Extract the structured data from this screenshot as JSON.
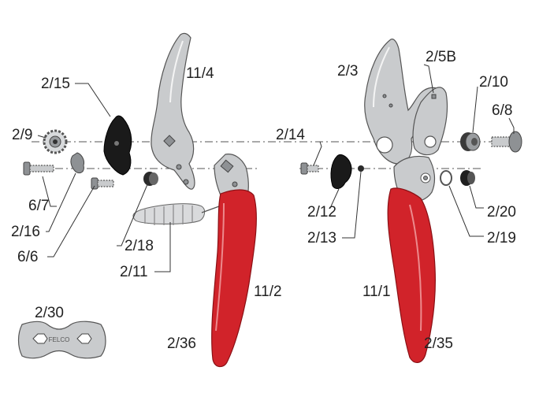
{
  "diagram": {
    "parts_left": {
      "blade_11_4": "11/4",
      "part_2_15": "2/15",
      "part_2_9": "2/9",
      "part_6_7": "6/7",
      "part_2_16": "2/16",
      "part_6_6": "6/6",
      "part_2_18": "2/18",
      "part_2_11": "2/11",
      "handle_11_2": "11/2",
      "handle_2_36": "2/36"
    },
    "parts_right": {
      "blade_2_3": "2/3",
      "part_2_5b": "2/5B",
      "part_2_10": "2/10",
      "part_6_8": "6/8",
      "part_2_14": "2/14",
      "part_2_12": "2/12",
      "part_2_13": "2/13",
      "part_2_20": "2/20",
      "part_2_19": "2/19",
      "handle_11_1": "11/1",
      "handle_2_35": "2/35"
    },
    "tool": {
      "label": "2/30",
      "brand": "FELCO"
    }
  }
}
